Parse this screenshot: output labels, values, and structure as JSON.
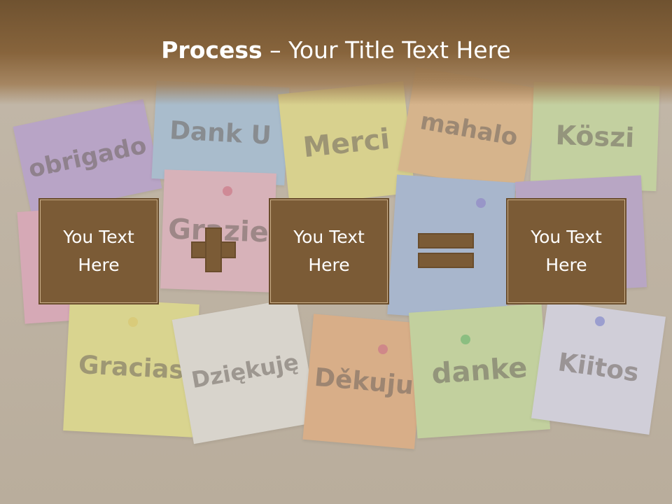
{
  "slide": {
    "title_bold": "Process",
    "title_rest": " – Your Title Text Here"
  },
  "background": {
    "notes": [
      "obrigado",
      "Dank U",
      "Merci",
      "mahalo",
      "Köszi",
      "Grazie",
      "Gracias",
      "Dziękuję",
      "Děkuju",
      "danke",
      "Kiitos"
    ]
  },
  "process": {
    "box1": "You Text\nHere",
    "box2": "You Text\nHere",
    "box3": "You Text\nHere"
  },
  "colors": {
    "accent": "#7b5b36",
    "title_bar": "#7a5a34"
  }
}
